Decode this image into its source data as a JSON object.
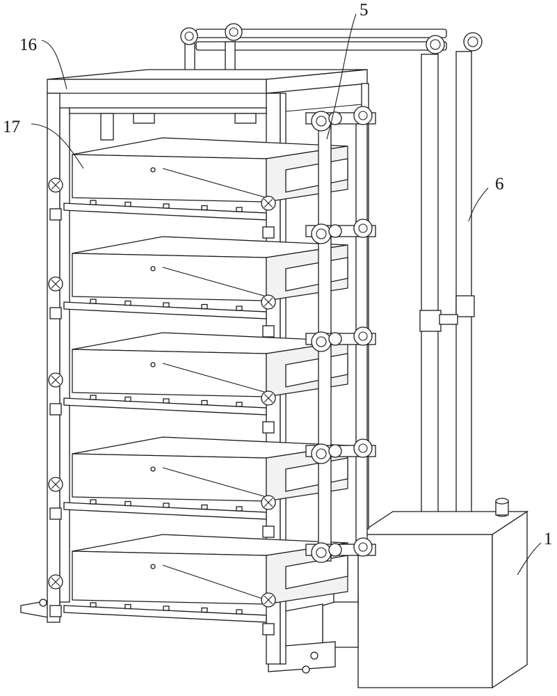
{
  "figure": {
    "labels": [
      {
        "id": "label-16",
        "text": "16"
      },
      {
        "id": "label-17",
        "text": "17"
      },
      {
        "id": "label-5",
        "text": "5"
      },
      {
        "id": "label-6",
        "text": "6"
      },
      {
        "id": "label-1",
        "text": "1"
      }
    ]
  }
}
